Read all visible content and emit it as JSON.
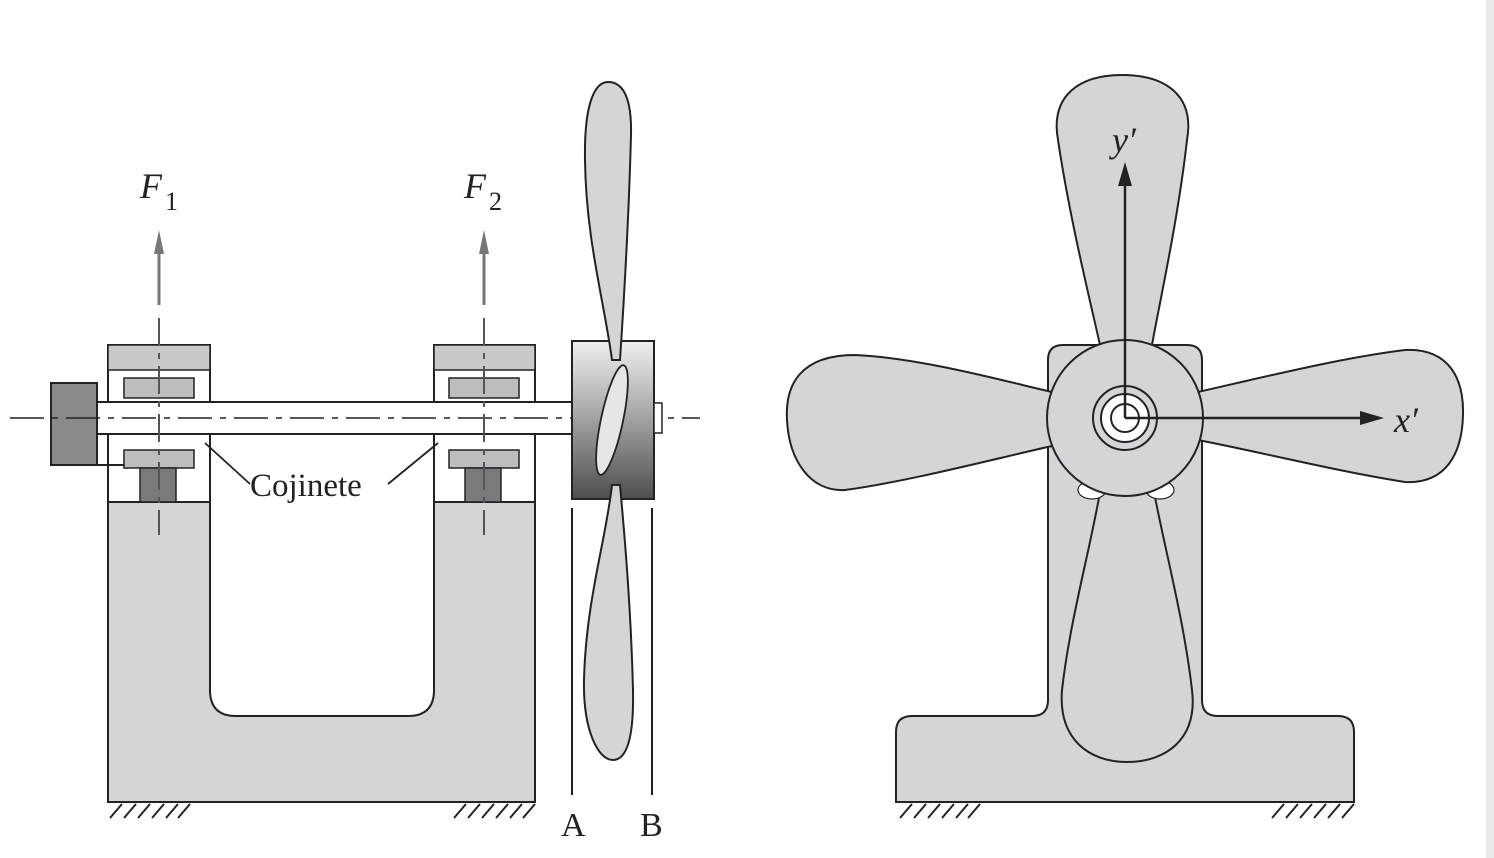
{
  "labels": {
    "force_1": "F",
    "force_1_sub": "1",
    "force_2": "F",
    "force_2_sub": "2",
    "bearing": "Cojinete",
    "section_a": "A",
    "section_b": "B",
    "axis_x": "x′",
    "axis_y": "y′"
  },
  "colors": {
    "fill_light": "#d5d5d7",
    "fill_bearing_top": "#c7c7c9",
    "fill_dark": "#7a7a7c",
    "fill_hub_gradient_light": "#eeeeee",
    "fill_hub_gradient_dark": "#555555",
    "stroke": "#222222",
    "arrow": "#777777"
  }
}
